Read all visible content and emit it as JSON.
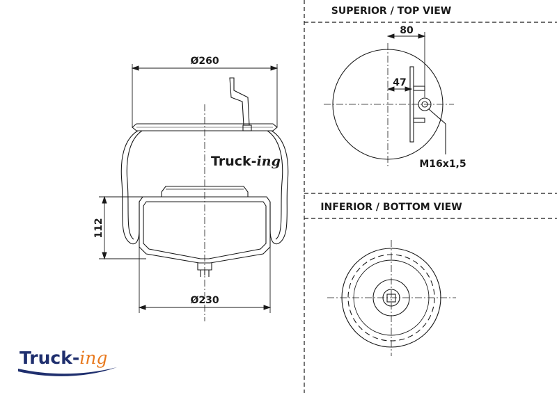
{
  "headers": {
    "top_view": "SUPERIOR / TOP VIEW",
    "bottom_view": "INFERIOR / BOTTOM VIEW"
  },
  "dimensions": {
    "top_diameter": "Ø260",
    "bottom_diameter": "Ø230",
    "height": "112",
    "stud_offset": "80",
    "bolt_offset": "47",
    "thread": "M16x1,5"
  },
  "brand": {
    "name_main": "Truck-",
    "name_suffix": "ing"
  },
  "colors": {
    "line": "#1a1a1a",
    "brand_accent": "#e8791e",
    "brand_dark": "#1f2f6e"
  }
}
